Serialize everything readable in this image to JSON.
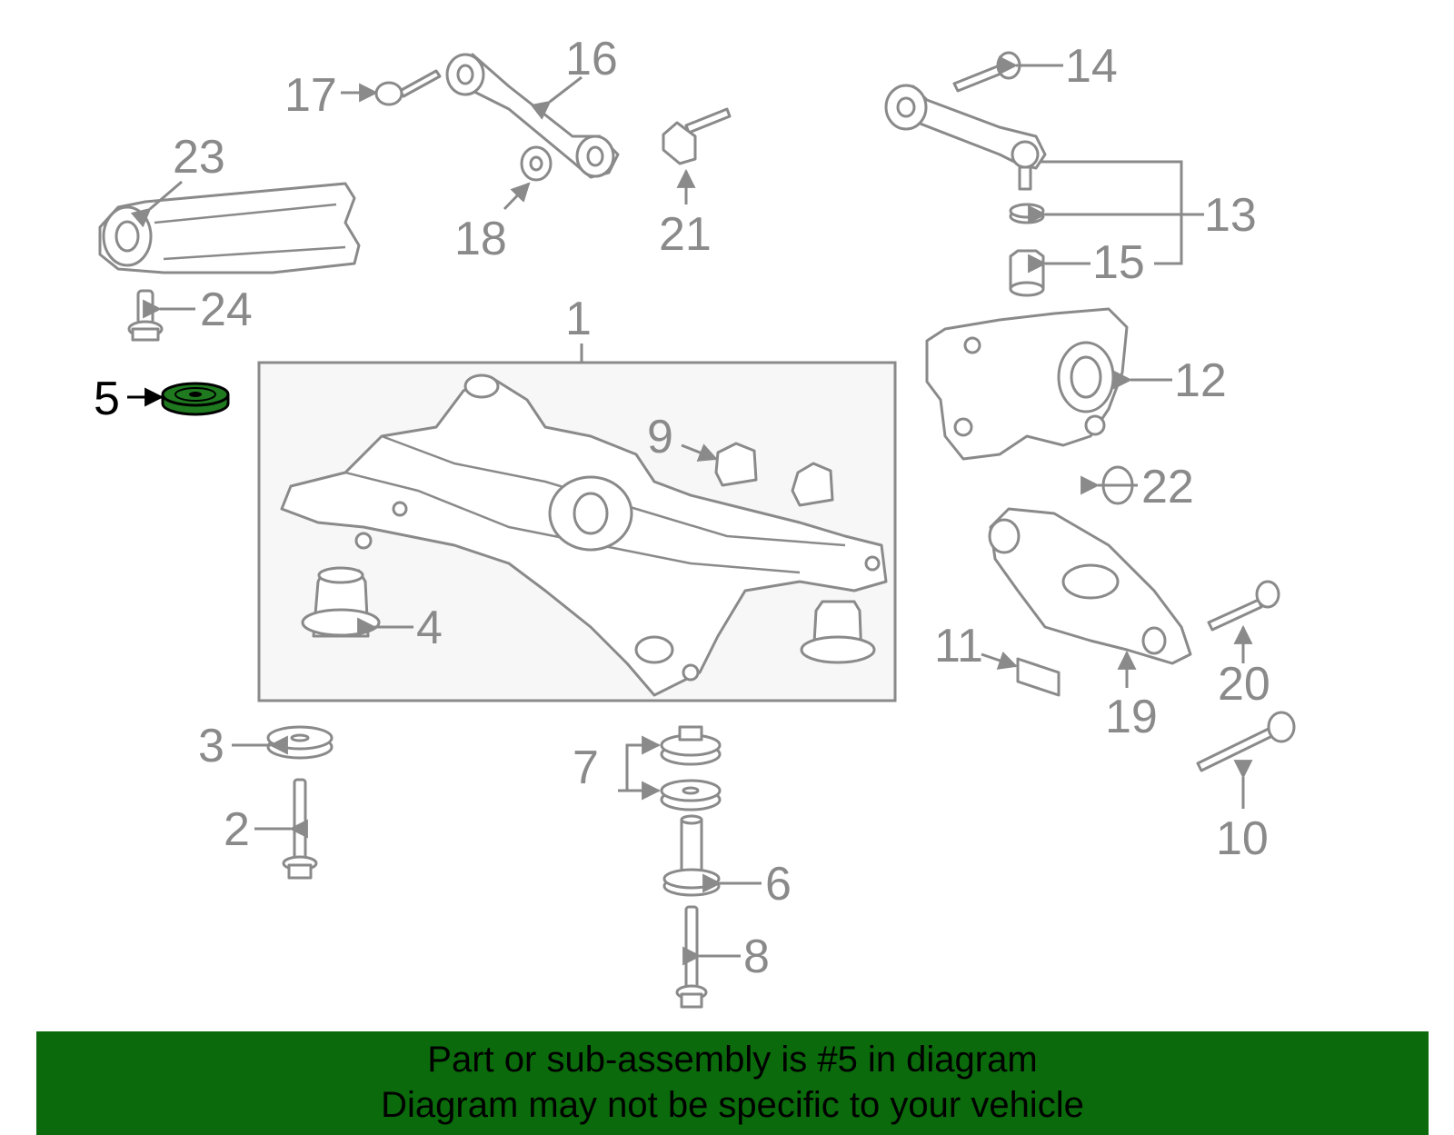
{
  "diagram": {
    "highlight_color": "#1f7a1f",
    "line_color": "#8a8a8a",
    "highlighted_part": "5",
    "callouts": [
      "1",
      "2",
      "3",
      "4",
      "5",
      "6",
      "7",
      "8",
      "9",
      "10",
      "11",
      "12",
      "13",
      "14",
      "15",
      "16",
      "17",
      "18",
      "19",
      "20",
      "21",
      "22",
      "23",
      "24"
    ]
  },
  "banner": {
    "background": "#0b6a0b",
    "line1": "Part or sub-assembly is #5 in diagram",
    "line2": "Diagram may not be specific to your vehicle"
  }
}
